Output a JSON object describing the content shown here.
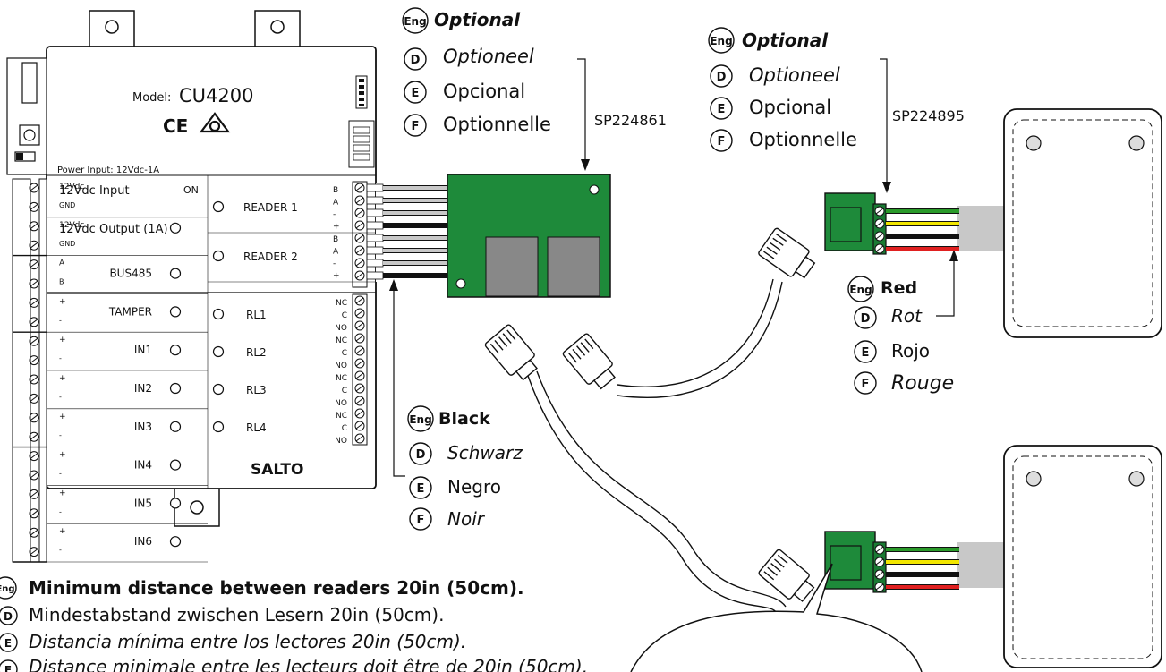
{
  "controller": {
    "model_label": "Model:",
    "model_name": "CU4200",
    "brand": "SALTO",
    "ce_mark": "CE",
    "power_input": "Power Input: 12Vdc-1A",
    "on_label": "ON",
    "left_rows": [
      {
        "pins": [
          "12Vdc",
          "GND"
        ],
        "label": "12Vdc Input",
        "indicator": false
      },
      {
        "pins": [
          "12Vdc",
          "GND"
        ],
        "label": "12Vdc Output (1A)",
        "indicator": true
      },
      {
        "pins": [
          "A",
          "B"
        ],
        "label": "BUS485",
        "indicator": true
      },
      {
        "pins": [
          "+",
          "-"
        ],
        "label": "TAMPER",
        "indicator": true
      },
      {
        "pins": [
          "+",
          "-"
        ],
        "label": "IN1",
        "indicator": true
      },
      {
        "pins": [
          "+",
          "-"
        ],
        "label": "IN2",
        "indicator": true
      },
      {
        "pins": [
          "+",
          "-"
        ],
        "label": "IN3",
        "indicator": true
      },
      {
        "pins": [
          "+",
          "-"
        ],
        "label": "IN4",
        "indicator": true
      },
      {
        "pins": [
          "+",
          "-"
        ],
        "label": "IN5",
        "indicator": true
      },
      {
        "pins": [
          "+",
          "-"
        ],
        "label": "IN6",
        "indicator": true
      }
    ],
    "readers": [
      {
        "label": "READER 1",
        "pins": [
          "B",
          "A",
          "-",
          "+"
        ]
      },
      {
        "label": "READER 2",
        "pins": [
          "B",
          "A",
          "-",
          "+"
        ]
      }
    ],
    "relays": [
      {
        "label": "RL1",
        "pins": [
          "NC",
          "C",
          "NO"
        ]
      },
      {
        "label": "RL2",
        "pins": [
          "NC",
          "C",
          "NO"
        ]
      },
      {
        "label": "RL3",
        "pins": [
          "NC",
          "C",
          "NO"
        ]
      },
      {
        "label": "RL4",
        "pins": [
          "NC",
          "C",
          "NO"
        ]
      }
    ]
  },
  "callouts": {
    "optional_1": {
      "part": "SP224861",
      "eng": "Optional",
      "d": "Optioneel",
      "e": "Opcional",
      "f": "Optionnelle"
    },
    "optional_2": {
      "part": "SP224895",
      "eng": "Optional",
      "d": "Optioneel",
      "e": "Opcional",
      "f": "Optionnelle"
    },
    "red": {
      "eng": "Red",
      "d": "Rot",
      "e": "Rojo",
      "f": "Rouge"
    },
    "black": {
      "eng": "Black",
      "d": "Schwarz",
      "e": "Negro",
      "f": "Noir"
    }
  },
  "language_badges": {
    "eng": "Eng",
    "d": "D",
    "e": "E",
    "f": "F"
  },
  "note": {
    "eng": "Minimum distance between readers 20in (50cm).",
    "d": "Mindestabstand zwischen Lesern 20in (50cm).",
    "e": "Distancia mínima entre los lectores 20in (50cm).",
    "f": "Distance minimale entre les lecteurs doit être de 20in (50cm)."
  },
  "colors": {
    "board_green": "#1e8a3a",
    "terminal_green": "#1a7a33",
    "wire_red": "#e02020",
    "wire_yellow": "#f2e600",
    "wire_black": "#111111",
    "wire_green": "#2a9a2a",
    "cable_gray": "#c8c8c8",
    "line": "#111111"
  }
}
